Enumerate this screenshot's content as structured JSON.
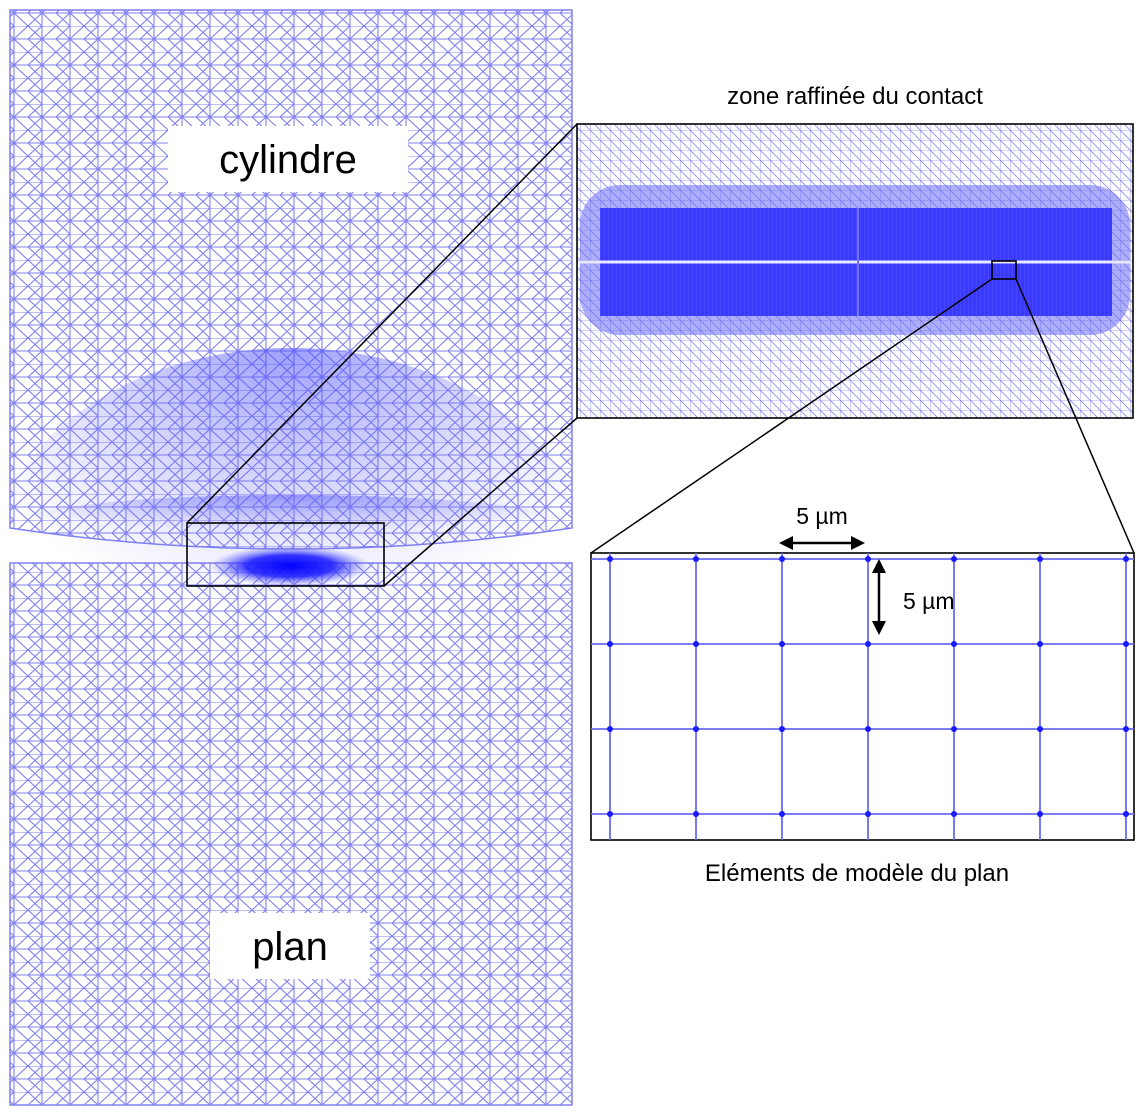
{
  "labels": {
    "cylinder": "cylindre",
    "plane": "plan",
    "zoom_title": "zone raffinée du contact",
    "element_caption": "Eléments de modèle du plan",
    "dim_horizontal": "5 µm",
    "dim_vertical": "5 µm"
  },
  "colors": {
    "mesh_line": "#7d7df5",
    "mesh_dense": "#2b2bff",
    "frame": "#000000",
    "background": "#ffffff"
  }
}
